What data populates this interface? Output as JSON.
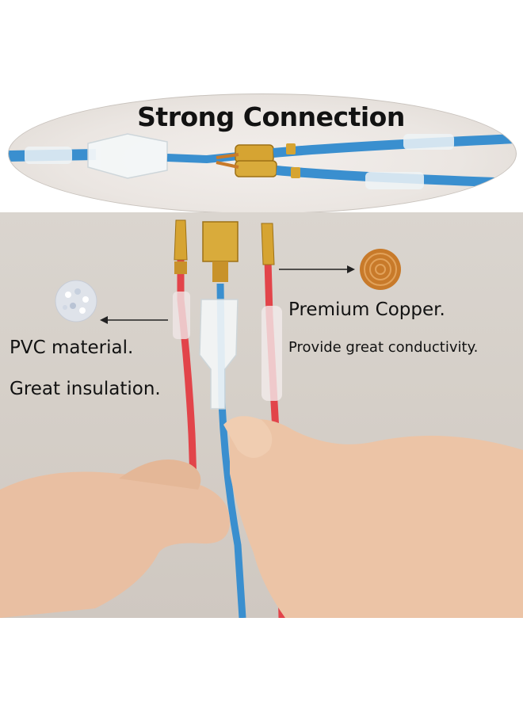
{
  "headline": "Strong Connection",
  "callouts": {
    "pvc": {
      "title": "PVC material.",
      "description": "Great insulation."
    },
    "copper": {
      "title": "Premium Copper.",
      "description": "Provide great conductivity."
    }
  },
  "colors": {
    "wire_blue": "#3a8fcf",
    "wire_red": "#e2444a",
    "brass": "#d6a432",
    "copper": "#c87a2a",
    "sleeve": "#eef3f6",
    "skin": "#e9bfa2",
    "background": "#d6d0c9"
  },
  "icons": {
    "pvc_sample": "pvc-pellets-icon",
    "copper_sample": "copper-coil-icon"
  }
}
